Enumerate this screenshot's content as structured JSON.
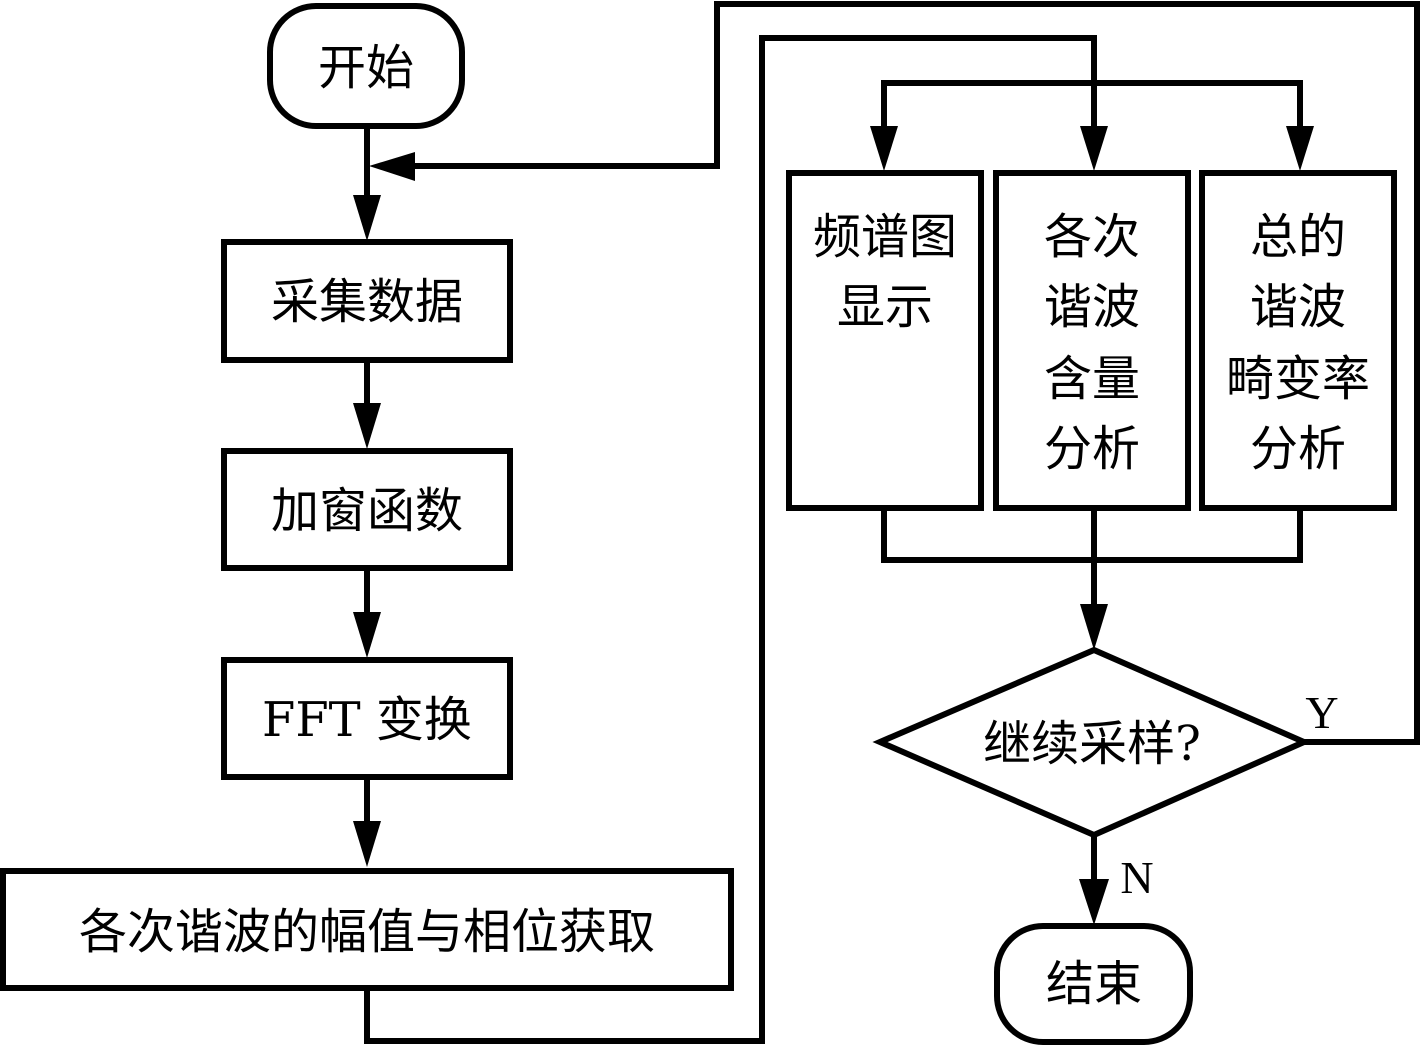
{
  "diagram": {
    "type": "flowchart",
    "stroke_color": "#000000",
    "background": "#ffffff",
    "nodes": {
      "start": {
        "shape": "terminator",
        "lines": [
          "开始"
        ]
      },
      "collect": {
        "shape": "process",
        "lines": [
          "采集数据"
        ]
      },
      "window": {
        "shape": "process",
        "lines": [
          "加窗函数"
        ]
      },
      "fft": {
        "shape": "process",
        "lines": [
          "FFT 变换"
        ]
      },
      "harmonics": {
        "shape": "process",
        "lines": [
          "各次谐波的幅值与相位获取"
        ]
      },
      "spectrum": {
        "shape": "process",
        "lines": [
          "频谱图",
          "显示"
        ]
      },
      "content": {
        "shape": "process",
        "lines": [
          "各次",
          "谐波",
          "含量",
          "分析"
        ]
      },
      "thd": {
        "shape": "process",
        "lines": [
          "总的",
          "谐波",
          "畸变率",
          "分析"
        ]
      },
      "decision": {
        "shape": "decision",
        "lines": [
          "继续采样?"
        ]
      },
      "end": {
        "shape": "terminator",
        "lines": [
          "结束"
        ]
      }
    },
    "edge_labels": {
      "yes": "Y",
      "no": "N"
    },
    "edges": [
      {
        "from": "start",
        "to": "collect"
      },
      {
        "from": "collect",
        "to": "window"
      },
      {
        "from": "window",
        "to": "fft"
      },
      {
        "from": "fft",
        "to": "harmonics"
      },
      {
        "from": "harmonics",
        "to": "content"
      },
      {
        "from": "harmonics",
        "to": "spectrum"
      },
      {
        "from": "harmonics",
        "to": "thd"
      },
      {
        "from": "spectrum",
        "to": "decision"
      },
      {
        "from": "content",
        "to": "decision"
      },
      {
        "from": "thd",
        "to": "decision"
      },
      {
        "from": "decision",
        "to": "collect",
        "label": "Y"
      },
      {
        "from": "decision",
        "to": "end",
        "label": "N"
      }
    ]
  }
}
